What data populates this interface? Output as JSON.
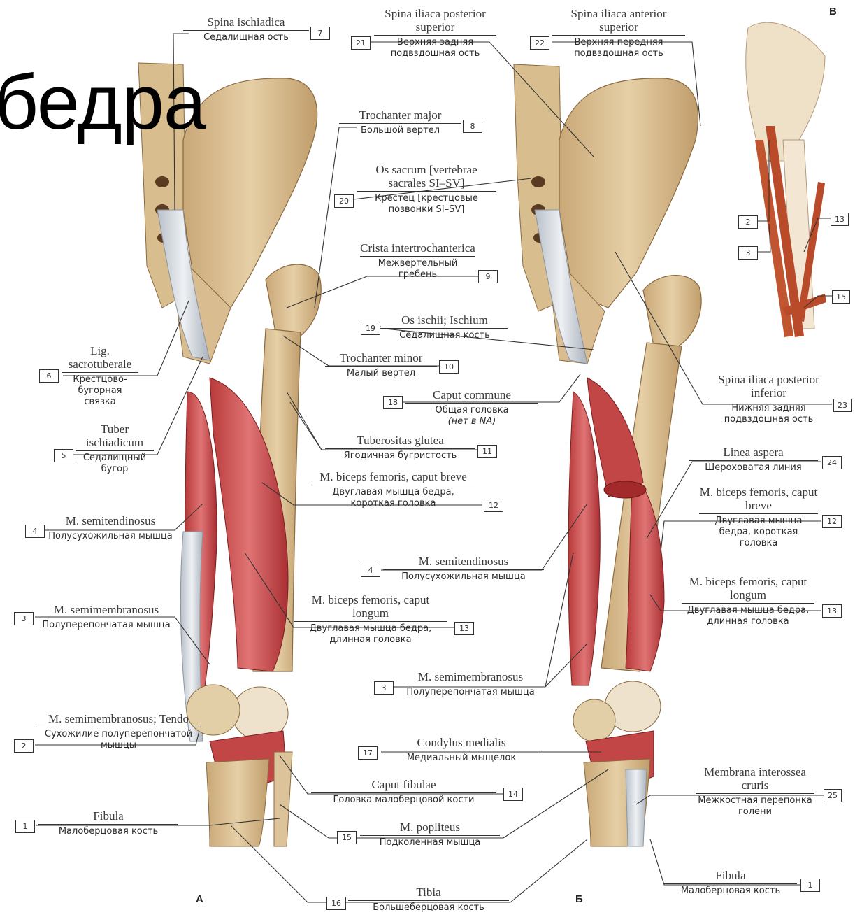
{
  "title": "бедра",
  "panels": {
    "a": "А",
    "b": "Б",
    "c": "В"
  },
  "labels": {
    "l7": {
      "latin": "Spina ischiadica",
      "russian": "Седалищная ость",
      "num": "7"
    },
    "l21": {
      "latin": "Spina iliaca posterior superior",
      "russian": "Верхняя задняя подвздошная ость",
      "num": "21"
    },
    "l22": {
      "latin": "Spina iliaca anterior superior",
      "russian": "Верхняя передняя подвздошная ость",
      "num": "22"
    },
    "l8": {
      "latin": "Trochanter major",
      "russian": "Большой вертел",
      "num": "8"
    },
    "l20": {
      "latin": "Os sacrum [vertebrae sacrales SI–SV]",
      "russian": "Крестец [крестцовые позвонки SI–SV]",
      "num": "20"
    },
    "l9": {
      "latin": "Crista intertrochanterica",
      "russian": "Межвертельный гребень",
      "num": "9"
    },
    "l19": {
      "latin": "Os ischii; Ischium",
      "russian": "Седалищная кость",
      "num": "19"
    },
    "l6": {
      "latin": "Lig. sacrotuberale",
      "russian": "Крестцово-бугорная связка",
      "num": "6"
    },
    "l10": {
      "latin": "Trochanter minor",
      "russian": "Малый вертел",
      "num": "10"
    },
    "l18": {
      "latin": "Caput commune",
      "russian": "Общая головка",
      "extra": "(нет в NA)",
      "num": "18"
    },
    "l23": {
      "latin": "Spina iliaca posterior inferior",
      "russian": "Нижняя задняя подвздошная ость",
      "num": "23"
    },
    "l5": {
      "latin": "Tuber ischiadicum",
      "russian": "Седалищный бугор",
      "num": "5"
    },
    "l11": {
      "latin": "Tuberositas glutea",
      "russian": "Ягодичная бугристость",
      "num": "11"
    },
    "l24": {
      "latin": "Linea aspera",
      "russian": "Шероховатая линия",
      "num": "24"
    },
    "l12": {
      "latin": "M. biceps femoris, caput breve",
      "russian": "Двуглавая мышца бедра, короткая головка",
      "num": "12"
    },
    "l12b": {
      "latin": "M. biceps femoris, caput breve",
      "russian": "Двуглавая мышца бедра, короткая головка",
      "num": "12"
    },
    "l4": {
      "latin": "M. semitendinosus",
      "russian": "Полусухожильная мышца",
      "num": "4"
    },
    "l4b": {
      "latin": "M. semitendinosus",
      "russian": "Полусухожильная мышца",
      "num": "4"
    },
    "l13": {
      "latin": "M. biceps femoris, caput longum",
      "russian": "Двуглавая мышца бедра, длинная головка",
      "num": "13"
    },
    "l13b": {
      "latin": "M. biceps femoris, caput longum",
      "russian": "Двуглавая мышца бедра, длинная головка",
      "num": "13"
    },
    "l3": {
      "latin": "M. semimembranosus",
      "russian": "Полуперепончатая мышца",
      "num": "3"
    },
    "l3b": {
      "latin": "M. semimembranosus",
      "russian": "Полуперепончатая мышца",
      "num": "3"
    },
    "l2": {
      "latin": "M. semimembranosus; Tendo",
      "russian": "Сухожилие полуперепончатой мышцы",
      "num": "2"
    },
    "l17": {
      "latin": "Condylus medialis",
      "russian": "Медиальный мыщелок",
      "num": "17"
    },
    "l25": {
      "latin": "Membrana interossea cruris",
      "russian": "Межкостная перепонка голени",
      "num": "25"
    },
    "l14": {
      "latin": "Caput fibulae",
      "russian": "Головка малоберцовой кости",
      "num": "14"
    },
    "l1": {
      "latin": "Fibula",
      "russian": "Малоберцовая кость",
      "num": "1"
    },
    "l1b": {
      "latin": "Fibula",
      "russian": "Малоберцовая кость",
      "num": "1"
    },
    "l15": {
      "latin": "M. popliteus",
      "russian": "Подколенная мышца",
      "num": "15"
    },
    "l16": {
      "latin": "Tibia",
      "russian": "Большеберцовая кость",
      "num": "16"
    }
  },
  "inset_labels": {
    "a": "2",
    "b": "3",
    "c": "13",
    "d": "15"
  }
}
